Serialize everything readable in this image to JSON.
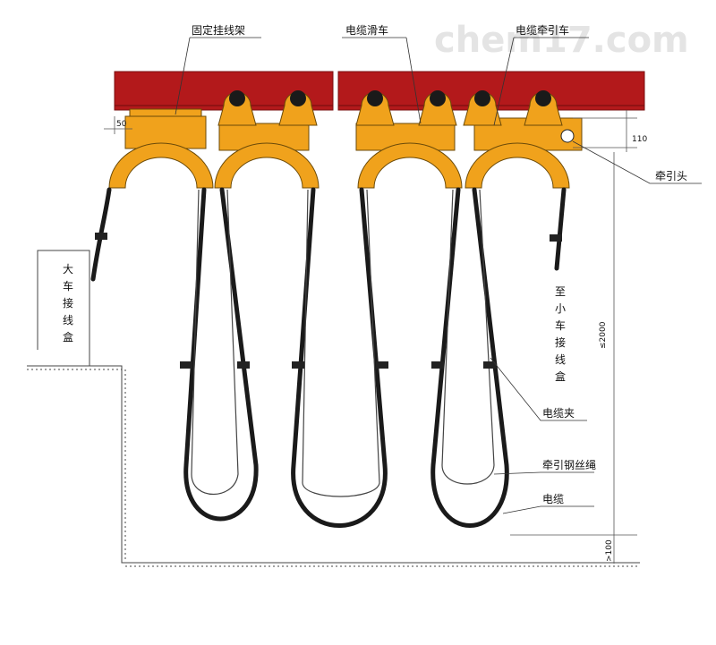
{
  "watermark": "chem17.com",
  "labels": {
    "fixed_bracket": "固定挂线架",
    "cable_trolley": "电缆滑车",
    "traction_trolley": "电缆牵引车",
    "traction_head": "牵引头",
    "to_small_car_box": "至小车接线盒",
    "big_car_box": "大车接线盒",
    "cable_clamp": "电缆夹",
    "traction_wire_rope": "牵引钢丝绳",
    "cable": "电缆"
  },
  "dimensions": {
    "gap_left": "50",
    "height_110": "110",
    "drop_max": "≤2000",
    "bottom_clear": ">100"
  },
  "colors": {
    "rail": "#b3191b",
    "trolley": "#f0a21c",
    "cable": "#1a1a1a"
  }
}
